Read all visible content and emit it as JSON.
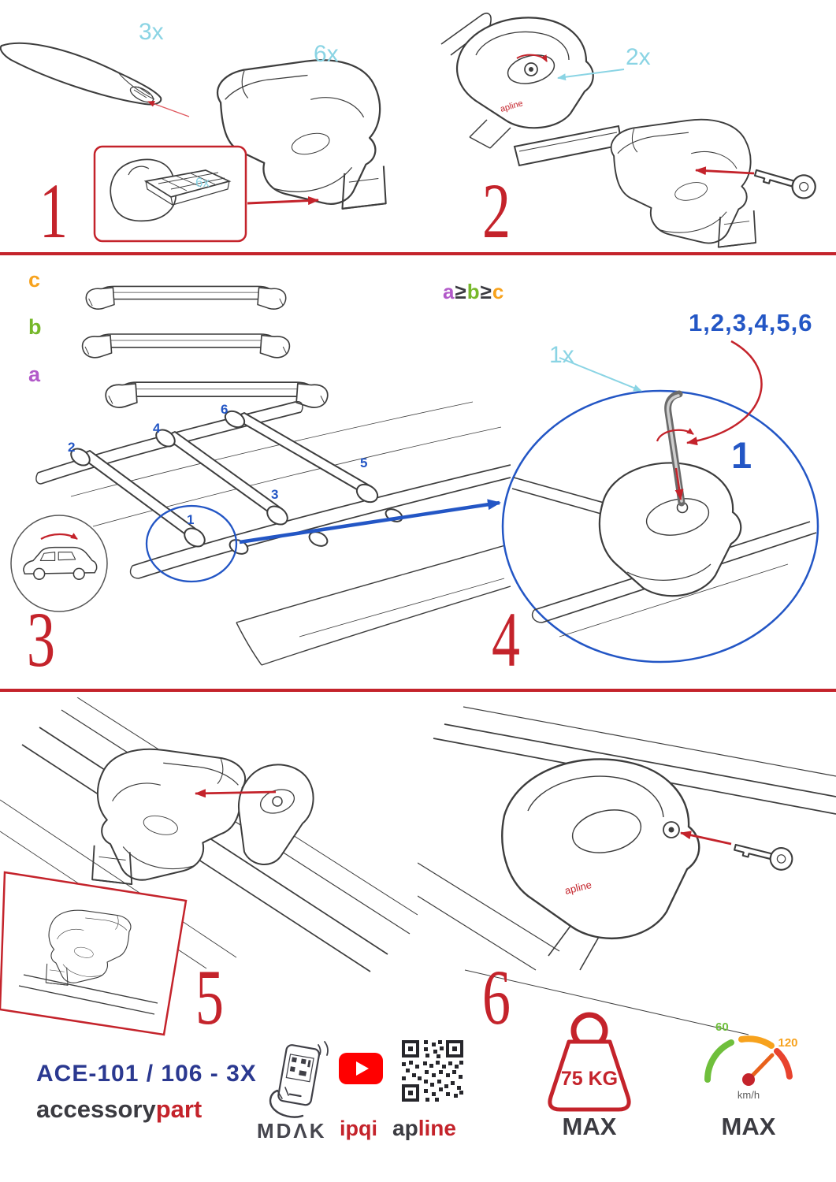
{
  "colors": {
    "accent_red": "#c4232b",
    "accent_blue": "#2356c5",
    "qty_cyan": "#8ad4e4",
    "label_a_purple": "#b259c9",
    "label_b_green": "#76b82a",
    "label_c_orange": "#f7a21d",
    "code_navy": "#2b3990",
    "youtube_red": "#ff0000"
  },
  "branding": {
    "foot_logo": "apline"
  },
  "icons": [
    "phone-qr-icon",
    "youtube-icon",
    "qr-code-icon",
    "weight-icon",
    "speedometer-icon",
    "key-icon",
    "allen-key-icon"
  ],
  "steps": {
    "step1": {
      "number": "1",
      "bar_qty": "3x",
      "foot_qty": "6x",
      "pad_qty": "6x"
    },
    "step2": {
      "number": "2",
      "key_qty": "2x"
    },
    "step3": {
      "number": "3",
      "bar_label_c": "c",
      "bar_label_b": "b",
      "bar_label_a": "a",
      "positions": [
        "1",
        "2",
        "3",
        "4",
        "5",
        "6"
      ]
    },
    "step4": {
      "number": "4",
      "size_rule_a": "a",
      "size_rule_ge1": "≥",
      "size_rule_b": "b",
      "size_rule_ge2": "≥",
      "size_rule_c": "c",
      "tightening_order": "1,2,3,4,5,6",
      "tool_qty": "1x",
      "first_position": "1"
    },
    "step5": {
      "number": "5"
    },
    "step6": {
      "number": "6"
    }
  },
  "footer": {
    "product_code": "ACE-101 / 106 - 3X",
    "brand_part1": "accessory",
    "brand_part2": "part",
    "logo_mdak": "MDΛK",
    "logo_ipqi": "ipqi",
    "logo_apline_part1": "ap",
    "logo_apline_part2": "line",
    "max_load": "75 KG",
    "max_load_label": "MAX",
    "speed_green": "60",
    "speed_red": "120",
    "speed_unit": "km/h",
    "max_speed_label": "MAX"
  }
}
